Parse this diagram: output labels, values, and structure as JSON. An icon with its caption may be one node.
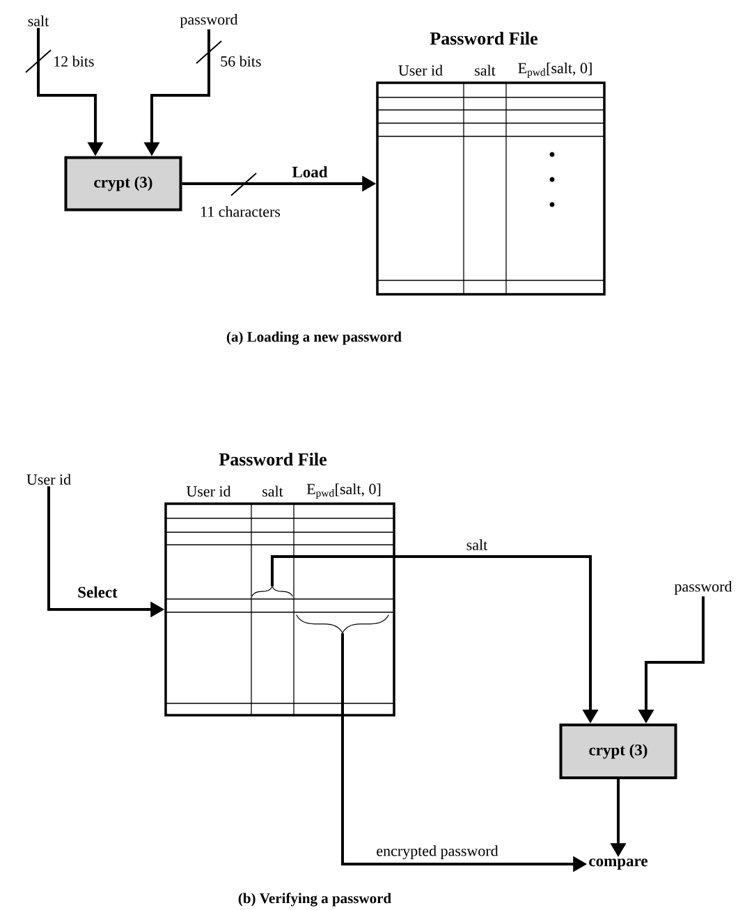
{
  "diagram": {
    "nodes": [
      {
        "text": [
          "salt"
        ]
      },
      {
        "text": [
          "password"
        ]
      },
      {
        "text": [
          "crypt (3)"
        ]
      },
      {
        "text": [
          "Password File",
          "User id",
          "salt",
          "E$_{pwd}$[salt, 0]"
        ]
      },
      {
        "text": [
          "User id"
        ]
      },
      {
        "text": [
          "Password File",
          "User id",
          "salt",
          "E$_{pwd}$[salt, 0]"
        ]
      },
      {
        "text": [],
        "shape": "brace",
        "in": 5
      },
      {
        "text": [],
        "shape": "brace",
        "in": 5
      },
      {
        "text": [
          "password"
        ]
      },
      {
        "text": [
          "crypt (3)"
        ]
      },
      {
        "text": [
          "compare"
        ]
      }
    ],
    "edges": [
      {
        "from": 0,
        "to": 2,
        "arrow": "to",
        "label": "12 bits"
      },
      {
        "from": 1,
        "to": 2,
        "arrow": "to",
        "label": "56 bits"
      },
      {
        "from": 2,
        "to": 3,
        "arrow": "to",
        "label": "Load"
      },
      {
        "from": 4,
        "to": 5,
        "arrow": "to",
        "label": "Select"
      },
      {
        "from": 6,
        "to": 9,
        "arrow": "to",
        "label": "salt"
      },
      {
        "from": 8,
        "to": 9,
        "arrow": "to"
      },
      {
        "from": 7,
        "to": 10,
        "arrow": "to",
        "label": "encrypted password"
      },
      {
        "from": 9,
        "to": 10,
        "arrow": "to"
      }
    ],
    "labels": [
      "11 characters",
      "(a) Loading a new password",
      "(b) Verifying a password"
    ]
  }
}
